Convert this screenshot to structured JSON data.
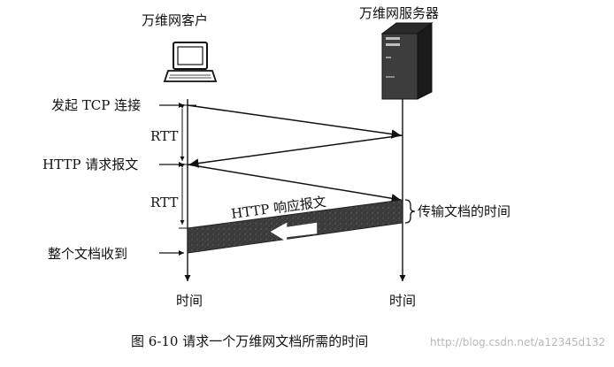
{
  "diagram": {
    "client_title": "万维网客户",
    "server_title": "万维网服务器",
    "left_labels": {
      "tcp": "发起 TCP 连接",
      "http_request": "HTTP 请求报文",
      "doc_received": "整个文档收到"
    },
    "rtt_labels": [
      "RTT",
      "RTT"
    ],
    "response_label": "HTTP 响应报文",
    "transfer_label": "传输文档的时间",
    "time_labels": [
      "时间",
      "时间"
    ],
    "caption": "图 6-10   请求一个万维网文档所需的时间",
    "watermark": "http://blog.csdn.net/a12345d132"
  }
}
